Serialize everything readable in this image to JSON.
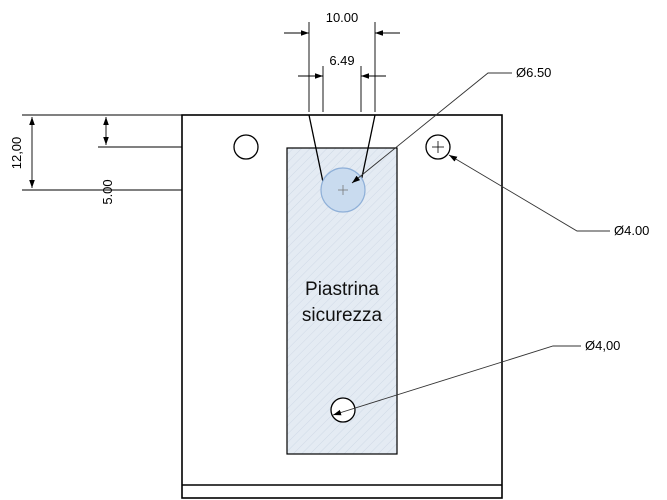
{
  "dimensions": {
    "top_width": "10.00",
    "slot_width": "6.49",
    "vertical_total": "12,00",
    "vertical_hole": "5.00"
  },
  "callouts": {
    "large_hole": "Ø6.50",
    "right_hole": "Ø4.00",
    "bottom_hole": "Ø4,00"
  },
  "plate_label": {
    "line1": "Piastrina",
    "line2": "sicurezza"
  },
  "colors": {
    "plate_fill": "#e4ebf3",
    "hole_fill": "#c9dbef",
    "hole_stroke": "#8fb0d8"
  }
}
